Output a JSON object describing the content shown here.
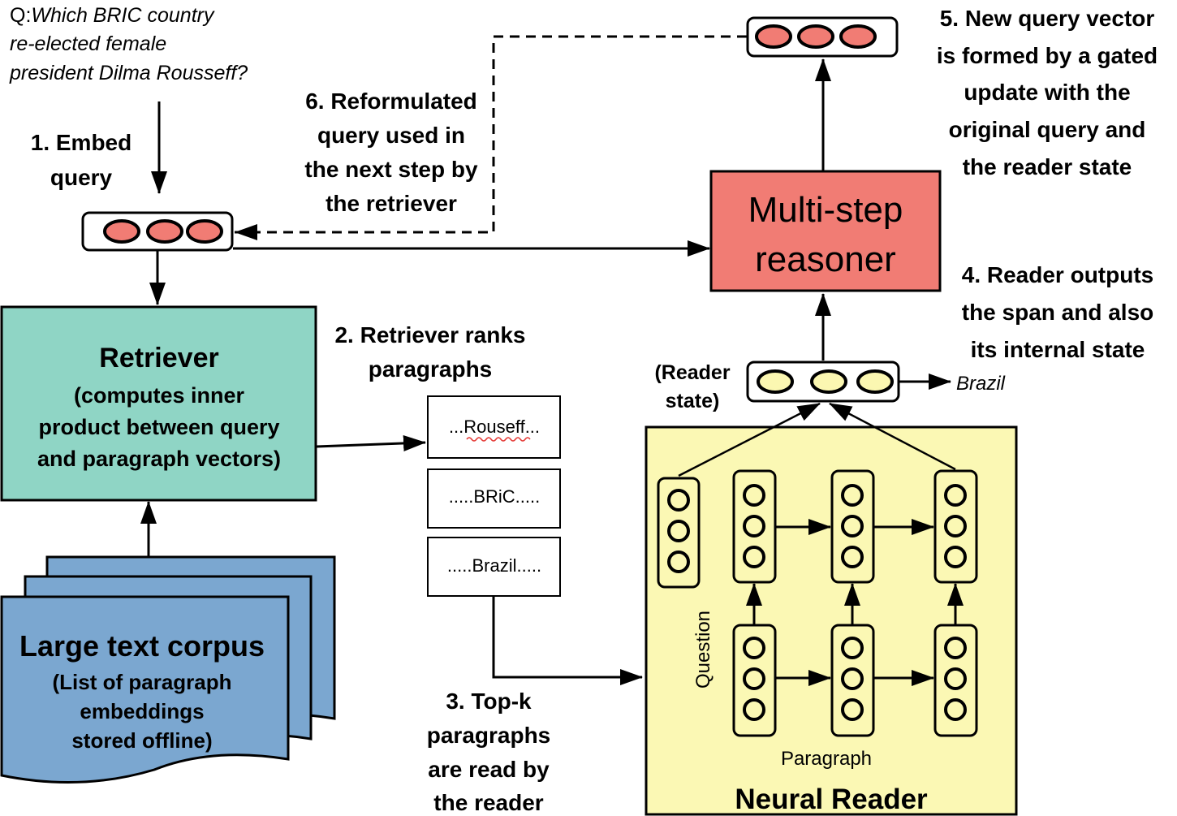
{
  "question": {
    "line1_prefix": "Q:",
    "line1": "Which BRIC country",
    "line2": "re-elected female",
    "line3": "president Dilma Rousseff?"
  },
  "steps": {
    "embed": [
      "1. Embed",
      "query"
    ],
    "ranks": [
      "2. Retriever ranks",
      "paragraphs"
    ],
    "topk": [
      "3. Top-k",
      "paragraphs",
      "are read by",
      "the reader"
    ],
    "reader_outputs": [
      "4. Reader outputs",
      "the span and also",
      "its internal state"
    ],
    "new_query": [
      "5. New query vector",
      "is formed by a gated",
      "update with  the",
      "original query and",
      "the reader state"
    ],
    "reformulated": [
      "6. Reformulated",
      "query used in",
      "the next step by",
      "the retriever"
    ]
  },
  "retriever": {
    "title": "Retriever",
    "desc": [
      "(computes inner",
      "product between query",
      "and paragraph vectors)"
    ]
  },
  "corpus": {
    "title": "Large text corpus",
    "desc": [
      "(List of paragraph",
      "embeddings",
      "stored offline)"
    ]
  },
  "reasoner": {
    "label": [
      "Multi-step",
      "reasoner"
    ]
  },
  "paragraphs": [
    "...Rouseff...",
    ".....BRiC.....",
    ".....Brazil....."
  ],
  "reader": {
    "title": "Neural Reader",
    "question_label": "Question",
    "paragraph_label": "Paragraph",
    "state_label": [
      "(Reader",
      "state)"
    ],
    "answer": "Brazil"
  },
  "colors": {
    "retriever_fill": "#8fd5c5",
    "corpus_fill": "#7ba7d0",
    "reasoner_fill": "#f17c74",
    "query_dot": "#f17c74",
    "reader_fill": "#fbf8b4",
    "state_dot": "#fbf7b1"
  }
}
